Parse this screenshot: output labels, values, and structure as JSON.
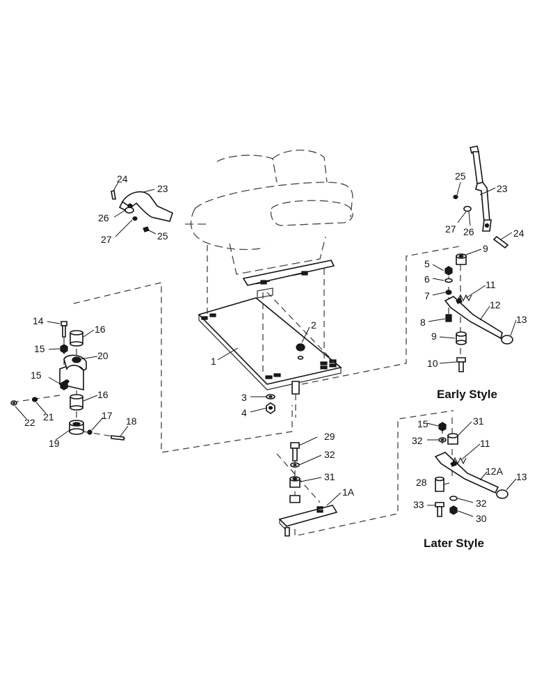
{
  "captions": {
    "early": "Early Style",
    "later": "Later Style"
  },
  "callouts": {
    "c1": "1",
    "c2": "2",
    "c3": "3",
    "c4": "4",
    "c5": "5",
    "c6": "6",
    "c7": "7",
    "c8": "8",
    "c9a": "9",
    "c9b": "9",
    "c10": "10",
    "c11a": "11",
    "c11b": "11",
    "c12": "12",
    "c12a": "12A",
    "c13a": "13",
    "c13b": "13",
    "c14": "14",
    "c15a": "15",
    "c15b": "15",
    "c15c": "15",
    "c16a": "16",
    "c16b": "16",
    "c17": "17",
    "c18": "18",
    "c19": "19",
    "c20": "20",
    "c21": "21",
    "c22": "22",
    "c23a": "23",
    "c23b": "23",
    "c24a": "24",
    "c24b": "24",
    "c25a": "25",
    "c25b": "25",
    "c26a": "26",
    "c26b": "26",
    "c27a": "27",
    "c27b": "27",
    "c28": "28",
    "c29": "29",
    "c30": "30",
    "c31a": "31",
    "c31b": "31",
    "c32a": "32",
    "c32b": "32",
    "c32c": "32",
    "c33": "33",
    "c1a": "1A"
  }
}
